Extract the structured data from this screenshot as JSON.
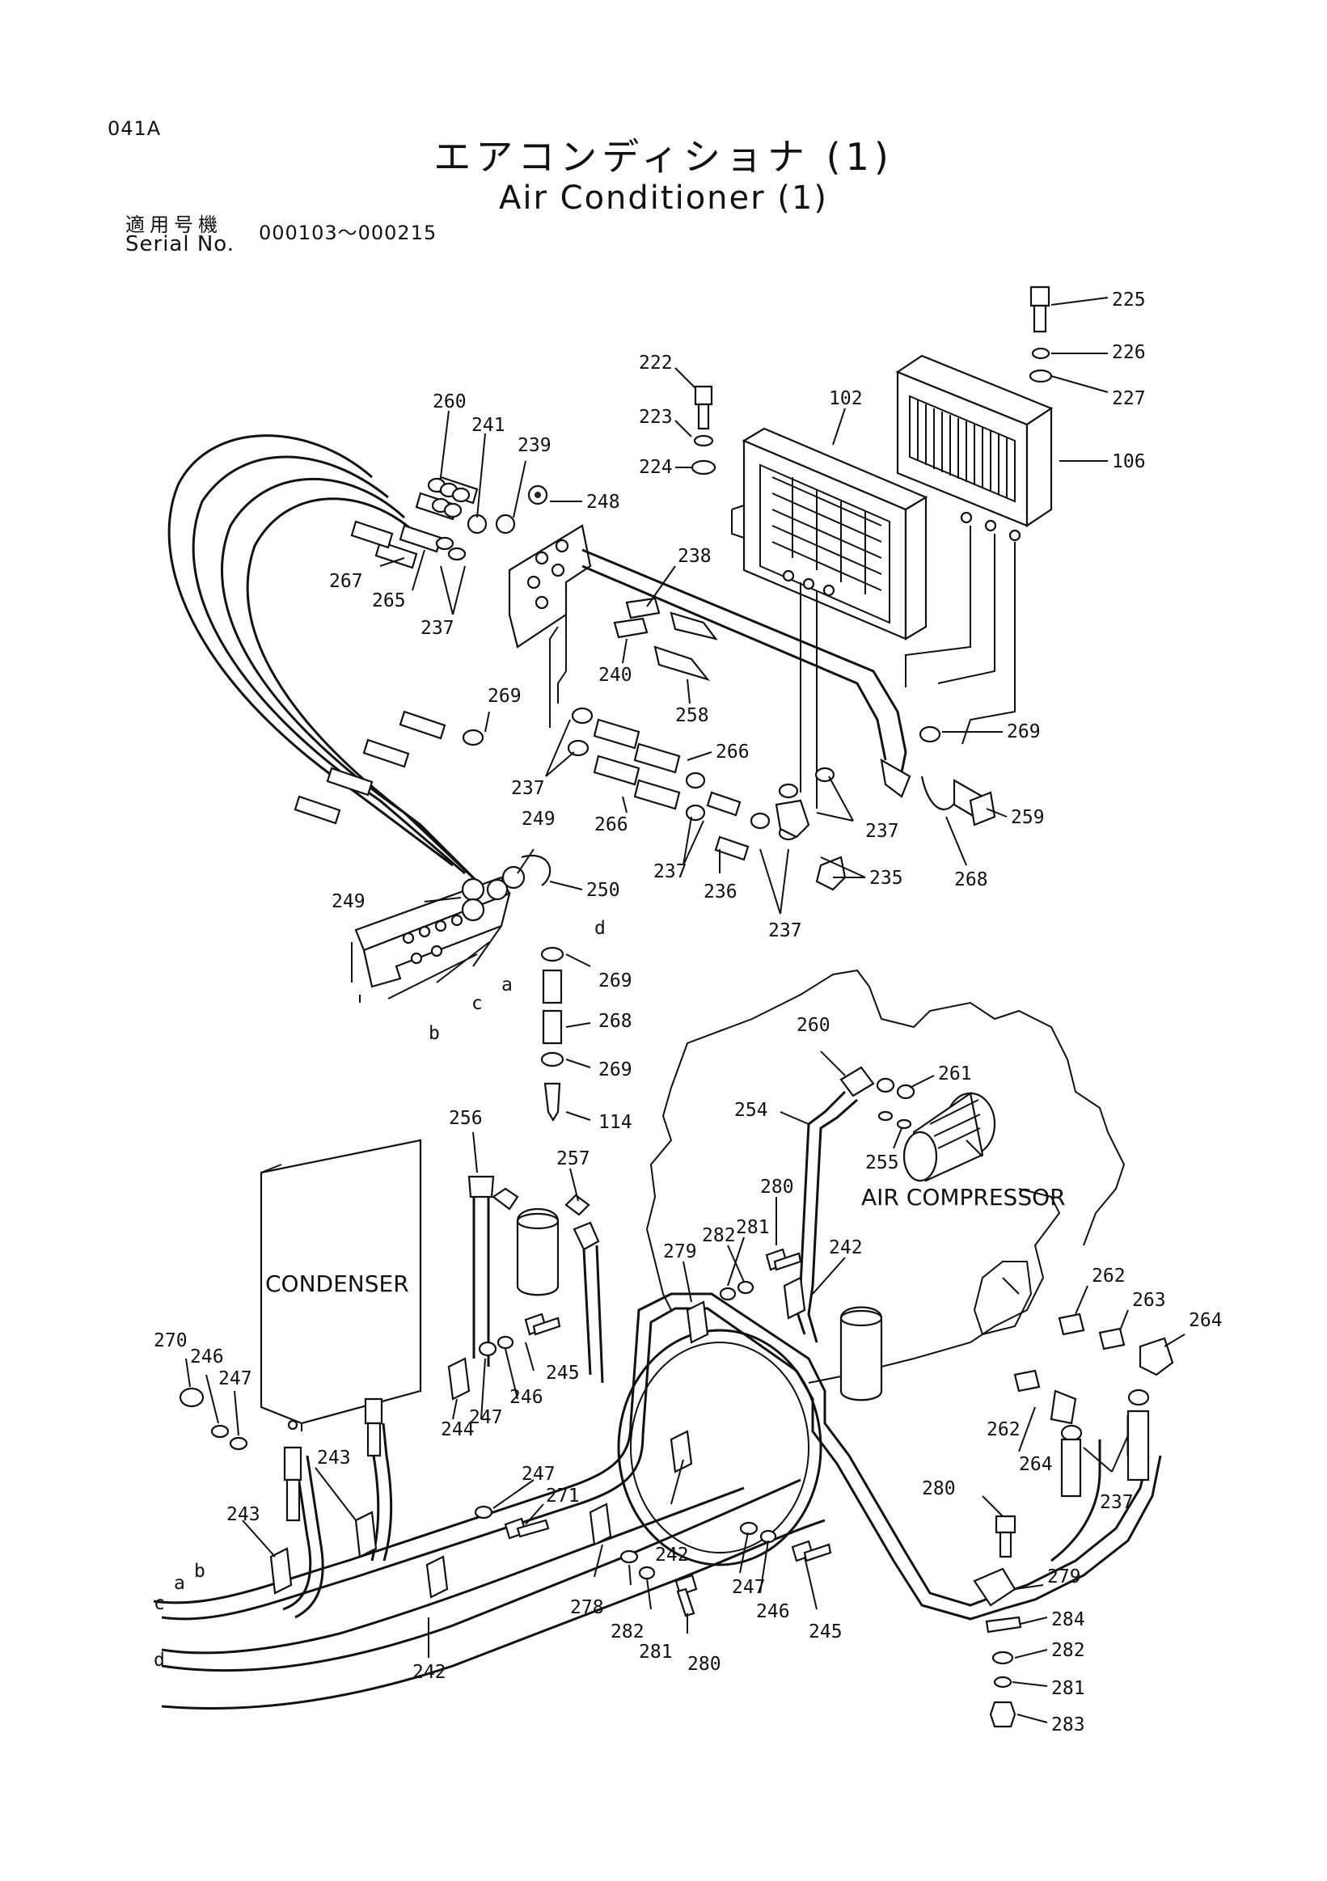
{
  "header": {
    "page_code": "041A",
    "title_jp": "エアコンディショナ (1)",
    "title_en": "Air Conditioner (1)",
    "serial_label_jp": "適用号機",
    "serial_label_en": "Serial No.",
    "serial_range": "000103～000215"
  },
  "components": {
    "condenser": "CONDENSER",
    "air_compressor": "AIR COMPRESSOR"
  },
  "callouts": [
    {
      "id": "c225",
      "text": "225"
    },
    {
      "id": "c226",
      "text": "226"
    },
    {
      "id": "c227",
      "text": "227"
    },
    {
      "id": "c106",
      "text": "106"
    },
    {
      "id": "c222",
      "text": "222"
    },
    {
      "id": "c223",
      "text": "223"
    },
    {
      "id": "c224",
      "text": "224"
    },
    {
      "id": "c102",
      "text": "102"
    },
    {
      "id": "c260a",
      "text": "260"
    },
    {
      "id": "c241",
      "text": "241"
    },
    {
      "id": "c239",
      "text": "239"
    },
    {
      "id": "c248",
      "text": "248"
    },
    {
      "id": "c267",
      "text": "267"
    },
    {
      "id": "c265",
      "text": "265"
    },
    {
      "id": "c237a",
      "text": "237"
    },
    {
      "id": "c238",
      "text": "238"
    },
    {
      "id": "c240",
      "text": "240"
    },
    {
      "id": "c258",
      "text": "258"
    },
    {
      "id": "c269a",
      "text": "269"
    },
    {
      "id": "c269b",
      "text": "269"
    },
    {
      "id": "c237b",
      "text": "237"
    },
    {
      "id": "c266a",
      "text": "266"
    },
    {
      "id": "c266b",
      "text": "266"
    },
    {
      "id": "c237c",
      "text": "237"
    },
    {
      "id": "c259",
      "text": "259"
    },
    {
      "id": "c268a",
      "text": "268"
    },
    {
      "id": "c237d",
      "text": "237"
    },
    {
      "id": "c236",
      "text": "236"
    },
    {
      "id": "c235",
      "text": "235"
    },
    {
      "id": "c237e",
      "text": "237"
    },
    {
      "id": "c249a",
      "text": "249"
    },
    {
      "id": "c250",
      "text": "250"
    },
    {
      "id": "c249b",
      "text": "249"
    },
    {
      "id": "cd1",
      "text": "d"
    },
    {
      "id": "ca1",
      "text": "a"
    },
    {
      "id": "cc1",
      "text": "c"
    },
    {
      "id": "cb1",
      "text": "b"
    },
    {
      "id": "c269c",
      "text": "269"
    },
    {
      "id": "c268b",
      "text": "268"
    },
    {
      "id": "c269d",
      "text": "269"
    },
    {
      "id": "c114",
      "text": "114"
    },
    {
      "id": "c260b",
      "text": "260"
    },
    {
      "id": "c261",
      "text": "261"
    },
    {
      "id": "c254",
      "text": "254"
    },
    {
      "id": "c255",
      "text": "255"
    },
    {
      "id": "c256",
      "text": "256"
    },
    {
      "id": "c257",
      "text": "257"
    },
    {
      "id": "c280a",
      "text": "280"
    },
    {
      "id": "c281a",
      "text": "281"
    },
    {
      "id": "c282a",
      "text": "282"
    },
    {
      "id": "c279a",
      "text": "279"
    },
    {
      "id": "c242a",
      "text": "242"
    },
    {
      "id": "c262a",
      "text": "262"
    },
    {
      "id": "c263",
      "text": "263"
    },
    {
      "id": "c264a",
      "text": "264"
    },
    {
      "id": "c270",
      "text": "270"
    },
    {
      "id": "c246a",
      "text": "246"
    },
    {
      "id": "c247a",
      "text": "247"
    },
    {
      "id": "c245a",
      "text": "245"
    },
    {
      "id": "c246b",
      "text": "246"
    },
    {
      "id": "c247b",
      "text": "247"
    },
    {
      "id": "c244",
      "text": "244"
    },
    {
      "id": "c262b",
      "text": "262"
    },
    {
      "id": "c264b",
      "text": "264"
    },
    {
      "id": "c237f",
      "text": "237"
    },
    {
      "id": "c243a",
      "text": "243"
    },
    {
      "id": "c243b",
      "text": "243"
    },
    {
      "id": "c247c",
      "text": "247"
    },
    {
      "id": "c271",
      "text": "271"
    },
    {
      "id": "c280b",
      "text": "280"
    },
    {
      "id": "c279b",
      "text": "279"
    },
    {
      "id": "c242b",
      "text": "242"
    },
    {
      "id": "c247d",
      "text": "247"
    },
    {
      "id": "c246c",
      "text": "246"
    },
    {
      "id": "c245b",
      "text": "245"
    },
    {
      "id": "c278",
      "text": "278"
    },
    {
      "id": "c282b",
      "text": "282"
    },
    {
      "id": "c281b",
      "text": "281"
    },
    {
      "id": "c280c",
      "text": "280"
    },
    {
      "id": "c284",
      "text": "284"
    },
    {
      "id": "c282c",
      "text": "282"
    },
    {
      "id": "c281c",
      "text": "281"
    },
    {
      "id": "c283",
      "text": "283"
    },
    {
      "id": "c242c",
      "text": "242"
    },
    {
      "id": "ca2",
      "text": "a"
    },
    {
      "id": "cb2",
      "text": "b"
    },
    {
      "id": "cc2",
      "text": "c"
    },
    {
      "id": "cd2",
      "text": "d"
    }
  ]
}
